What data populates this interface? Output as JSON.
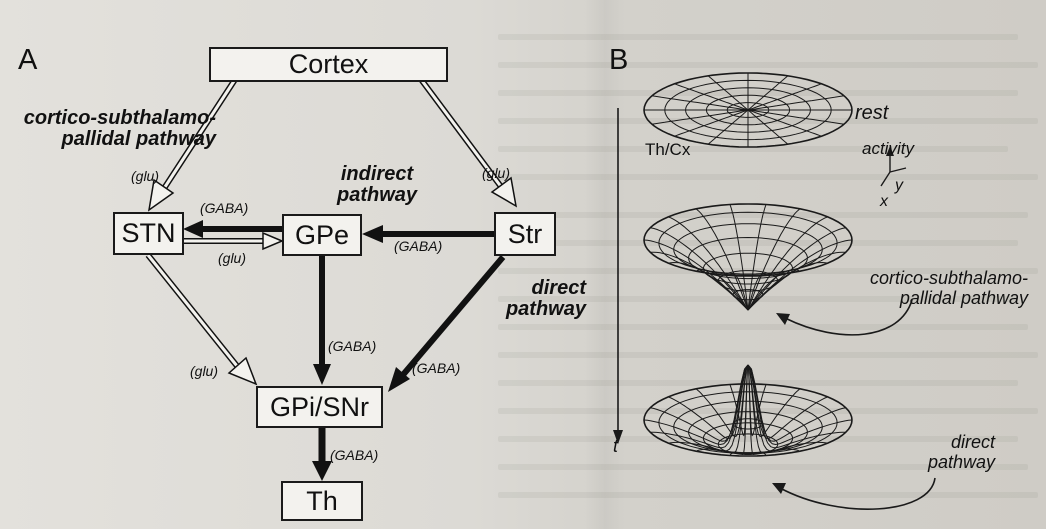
{
  "panel_a": {
    "label": "A",
    "nodes": {
      "cortex": "Cortex",
      "stn": "STN",
      "gpe": "GPe",
      "str": "Str",
      "gpi_snr": "GPi/SNr",
      "th": "Th"
    },
    "pathway_labels": {
      "cortico_subthalamo_pallidal": [
        "cortico-subthalamo-",
        "pallidal pathway"
      ],
      "indirect": [
        "indirect",
        "pathway"
      ],
      "direct": [
        "direct",
        "pathway"
      ]
    },
    "transmitters": {
      "cortex_stn": "(glu)",
      "cortex_str": "(glu)",
      "gpe_stn": "(GABA)",
      "str_gpe": "(GABA)",
      "stn_gpe": "(glu)",
      "stn_gpi": "(glu)",
      "gpe_gpi": "(GABA)",
      "str_gpi": "(GABA)",
      "gpi_th": "(GABA)"
    }
  },
  "panel_b": {
    "label": "B",
    "surface_labels": {
      "rest": "rest",
      "th_cx": "Th/Cx",
      "activity": "activity",
      "y": "y",
      "x": "x",
      "t": "t",
      "cortico_subthalamo_pallidal": [
        "cortico-subthalamo-",
        "pallidal pathway"
      ],
      "direct": [
        "direct",
        "pathway"
      ]
    }
  },
  "colors": {
    "ink": "#111111",
    "box_fill": "#f3f2ee",
    "paper": "#dedcd7"
  }
}
